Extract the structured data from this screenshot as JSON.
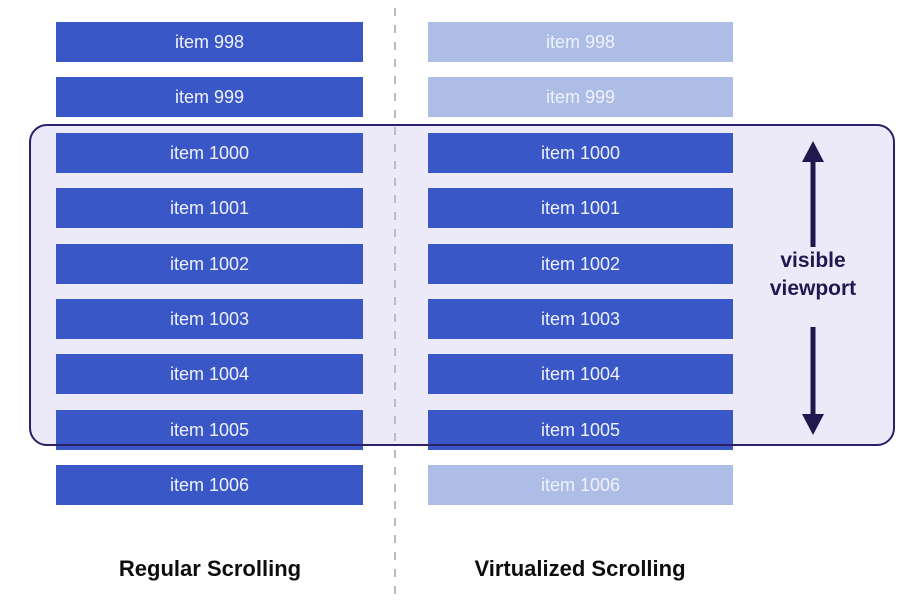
{
  "diagram": {
    "left_column": {
      "label": "Regular Scrolling",
      "items": [
        {
          "label": "item 998",
          "state": "rendered"
        },
        {
          "label": "item 999",
          "state": "rendered"
        },
        {
          "label": "item 1000",
          "state": "rendered"
        },
        {
          "label": "item 1001",
          "state": "rendered"
        },
        {
          "label": "item 1002",
          "state": "rendered"
        },
        {
          "label": "item 1003",
          "state": "rendered"
        },
        {
          "label": "item 1004",
          "state": "rendered"
        },
        {
          "label": "item 1005",
          "state": "rendered"
        },
        {
          "label": "item 1006",
          "state": "rendered"
        }
      ]
    },
    "right_column": {
      "label": "Virtualized Scrolling",
      "items": [
        {
          "label": "item 998",
          "state": "virtualized"
        },
        {
          "label": "item 999",
          "state": "virtualized"
        },
        {
          "label": "item 1000",
          "state": "rendered"
        },
        {
          "label": "item 1001",
          "state": "rendered"
        },
        {
          "label": "item 1002",
          "state": "rendered"
        },
        {
          "label": "item 1003",
          "state": "rendered"
        },
        {
          "label": "item 1004",
          "state": "rendered"
        },
        {
          "label": "item 1005",
          "state": "rendered"
        },
        {
          "label": "item 1006",
          "state": "virtualized"
        }
      ]
    },
    "viewport_label": "visible viewport",
    "colors": {
      "item_solid": "#3A57C8",
      "item_virtualized": "#AEBDE6",
      "item_text": "#EFF2FB",
      "viewport_fill": "#ECEAF8",
      "viewport_border": "#2D2066",
      "arrow": "#221850",
      "separator": "#B9BCBC",
      "label_text": "#0D0D0D"
    }
  }
}
